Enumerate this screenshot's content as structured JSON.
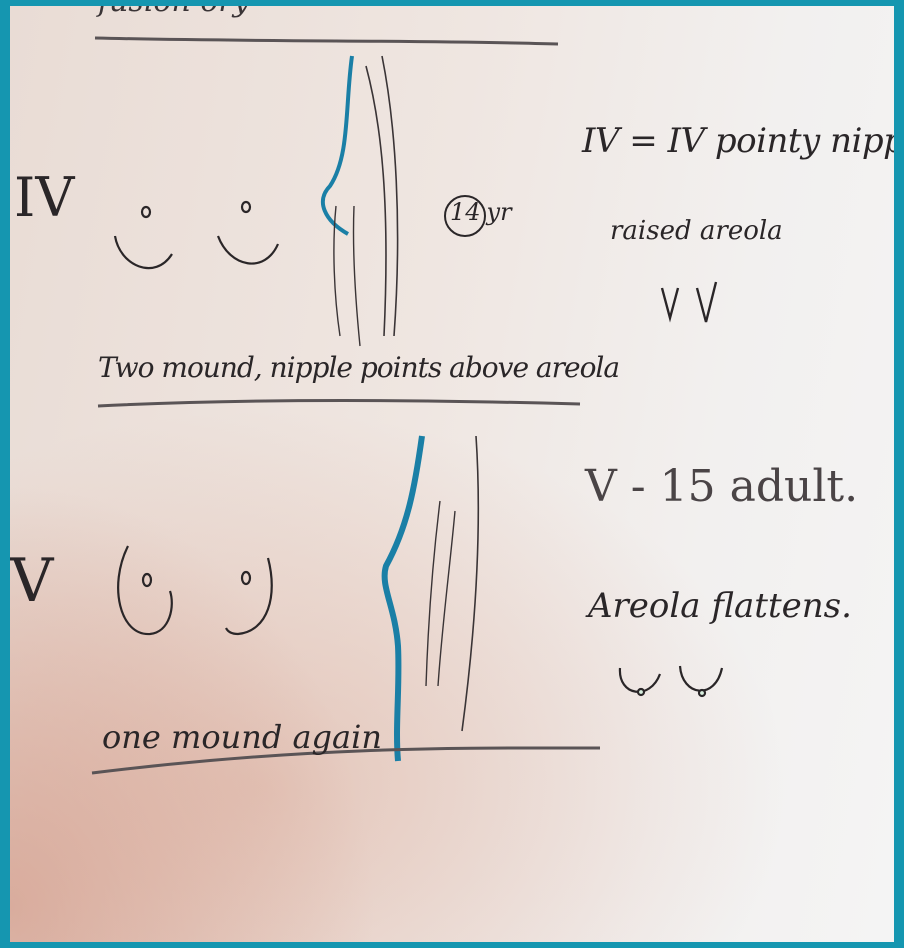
{
  "top_text": "fusion ory",
  "stage_iv": {
    "numeral": "IV",
    "age": "14",
    "age_unit": "yr",
    "caption": "Two mound, nipple points above areola"
  },
  "note_iv": {
    "heading": "IV = IV pointy nipple",
    "sub": "raised areola"
  },
  "stage_v": {
    "numeral": "V",
    "caption": "one mound again"
  },
  "note_v": {
    "heading": "V - 15   adult.",
    "sub": "Areola flattens."
  },
  "colors": {
    "border": "#1596b0",
    "pencil": "#2a2628",
    "blue_ink": "#1a7fa6"
  }
}
